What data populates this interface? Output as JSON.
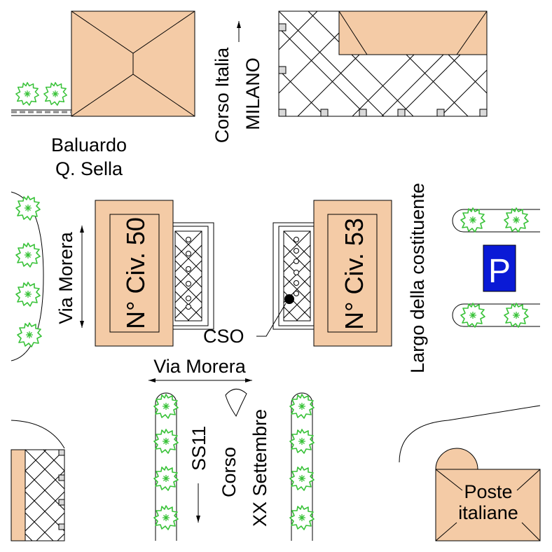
{
  "labels": {
    "baluardo_line1": "Baluardo",
    "baluardo_line2": "Q. Sella",
    "corso_italia": "Corso Italia",
    "milano": "MILANO",
    "via_morera_vertical": "Via Morera",
    "via_morera_horizontal": "Via Morera",
    "civ_50": "N° Civ. 50",
    "civ_53": "N° Civ. 53",
    "cso": "CSO",
    "largo": "Largo della costituente",
    "parking": "P",
    "ss11": "SS11",
    "corso": "Corso",
    "xx_settembre": "XX Settembre",
    "poste_line1": "Poste",
    "poste_line2": "italiane"
  },
  "colors": {
    "building_fill": "#f4cba6",
    "tree_green": "#38c238",
    "parking_blue": "#0a1ad6",
    "line": "#000000"
  },
  "icons": [
    "tree-icon",
    "parking-icon",
    "arrow-icon",
    "manhole-icon"
  ]
}
